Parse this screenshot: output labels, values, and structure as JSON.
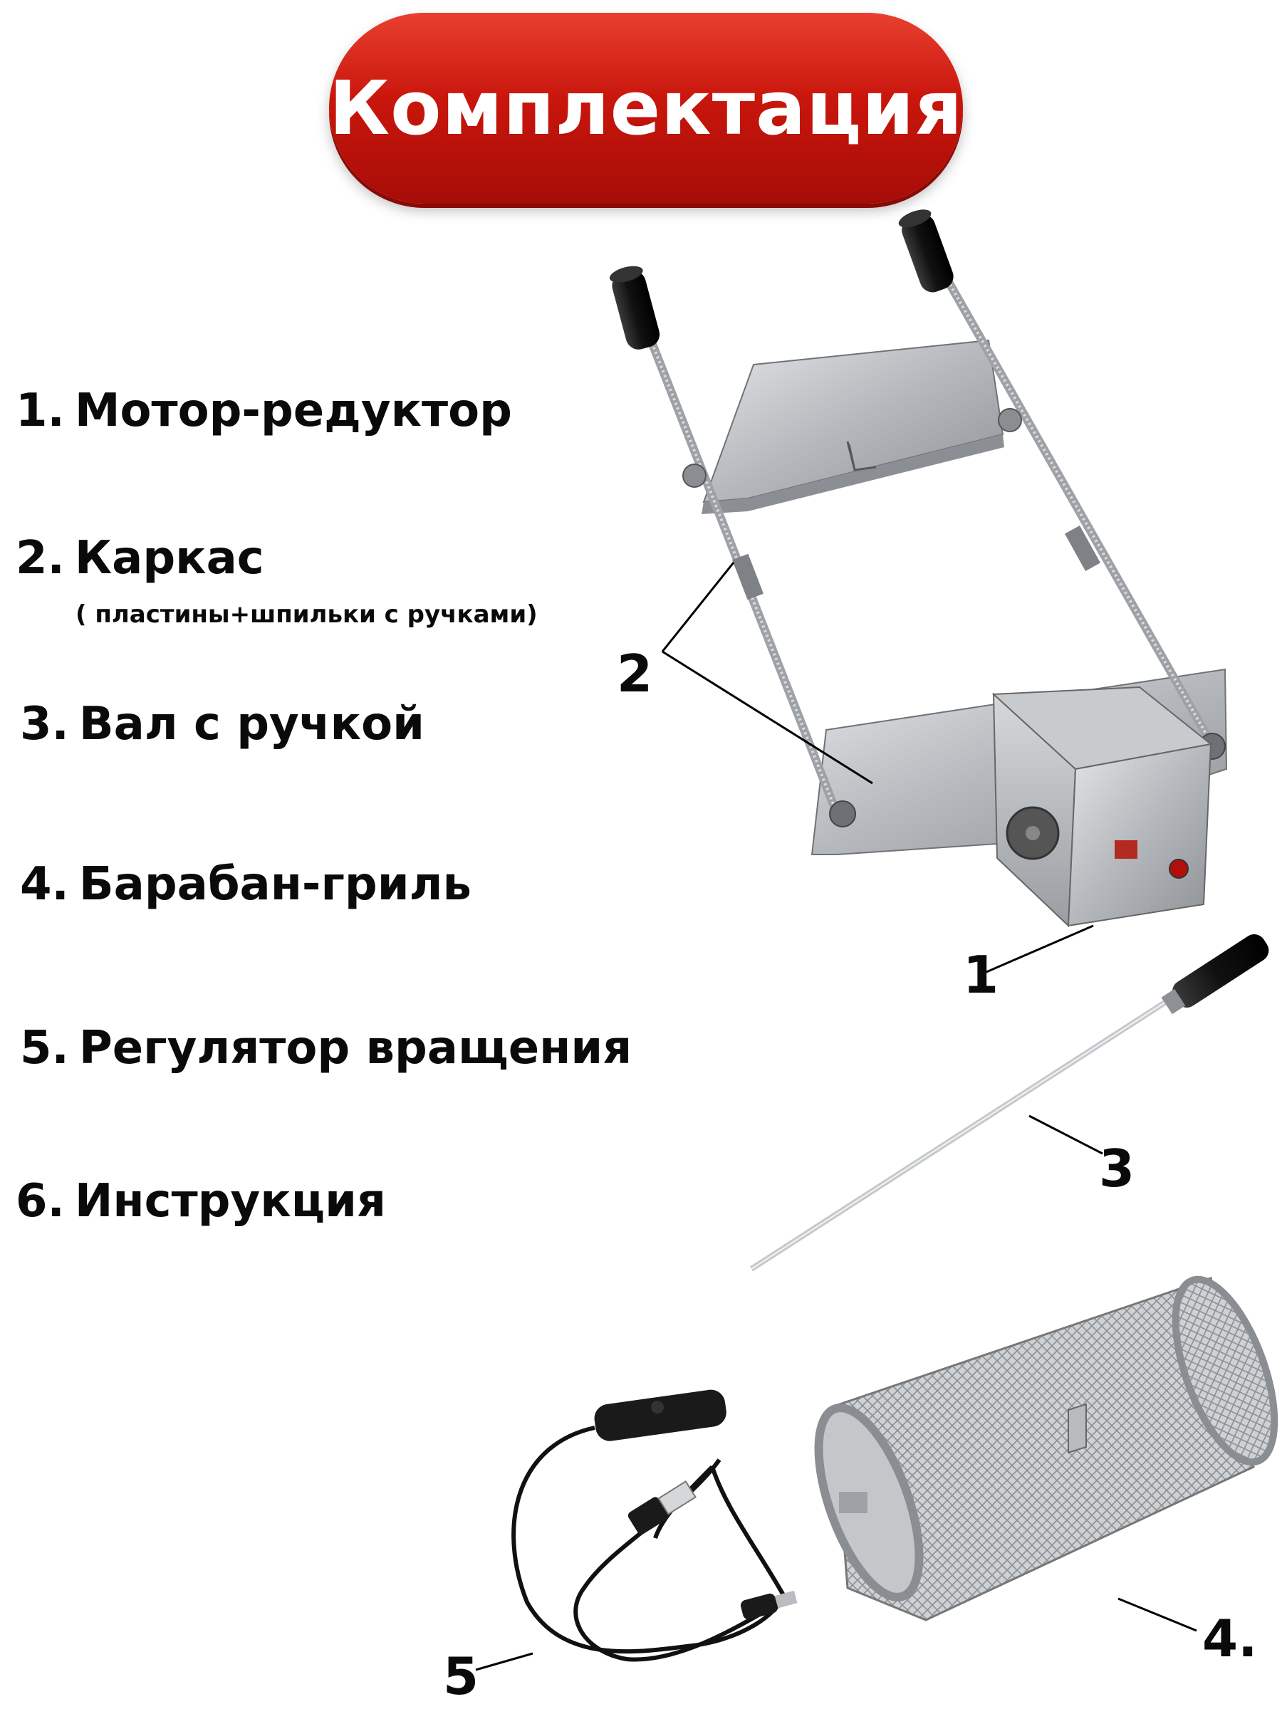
{
  "title": "Комплектация",
  "items": [
    {
      "num": "1.",
      "label": "Мотор-редуктор"
    },
    {
      "num": "2.",
      "label": "Каркас",
      "note": "( пластины+шпильки с ручками)"
    },
    {
      "num": "3.",
      "label": "Вал с ручкой"
    },
    {
      "num": "4.",
      "label": "Барабан-гриль"
    },
    {
      "num": "5.",
      "label": "Регулятор вращения"
    },
    {
      "num": "6.",
      "label": "Инструкция"
    }
  ],
  "callouts": {
    "c1": "1",
    "c2": "2",
    "c3": "3",
    "c4": "4.",
    "c5": "5"
  },
  "colors": {
    "title_red": "#c9160c",
    "text": "#0a0a0a",
    "metal": "#b9bcc0"
  }
}
